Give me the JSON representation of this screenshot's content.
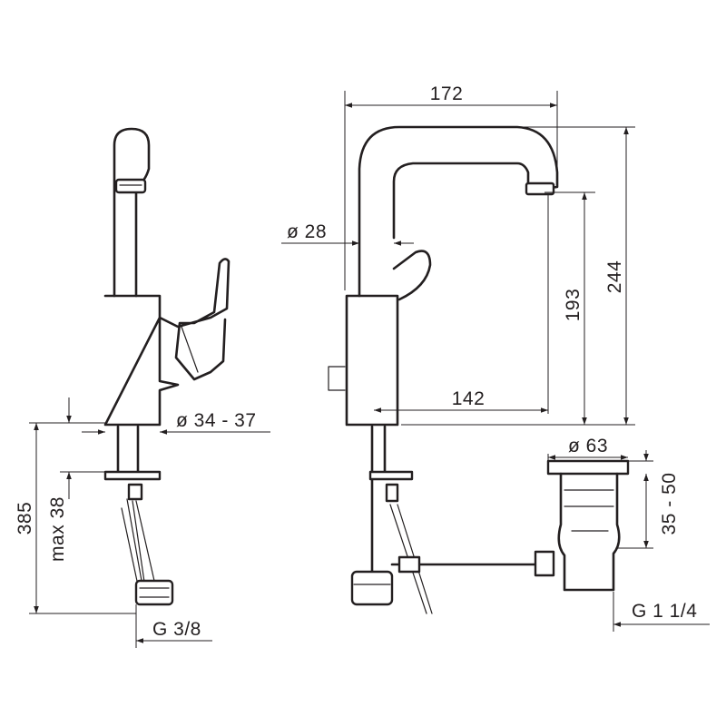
{
  "dimensions": {
    "width_top": "172",
    "height_total": "244",
    "spout_height": "193",
    "spout_reach": "142",
    "body_diameter": "ø 28",
    "hole_diameter": "ø 34 - 37",
    "overall_height": "385",
    "max_deck": "max 38",
    "hose_thread": "G 3/8",
    "waste_diameter": "ø 63",
    "waste_range": "35 - 50",
    "waste_thread": "G 1 1/4"
  },
  "colors": {
    "line": "#231f20",
    "background": "#ffffff"
  }
}
